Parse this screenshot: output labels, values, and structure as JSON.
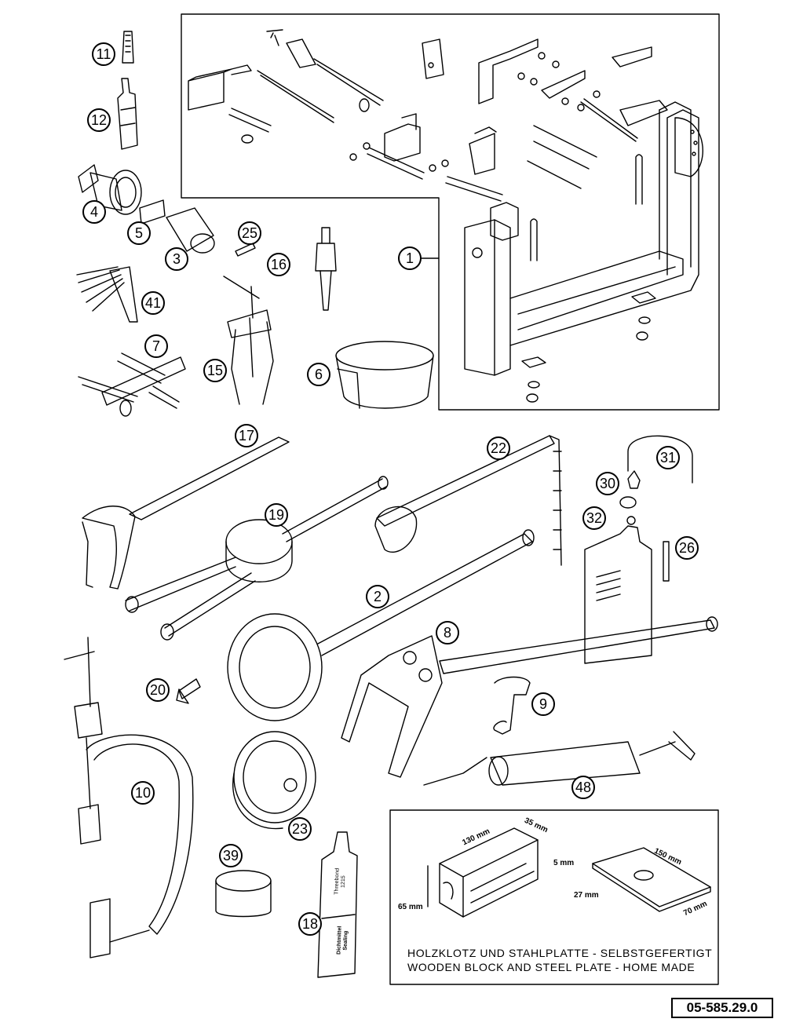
{
  "callouts": [
    "1",
    "2",
    "3",
    "4",
    "5",
    "6",
    "7",
    "8",
    "9",
    "10",
    "11",
    "12",
    "15",
    "16",
    "17",
    "18",
    "19",
    "20",
    "22",
    "23",
    "25",
    "26",
    "30",
    "31",
    "32",
    "39",
    "41",
    "48"
  ],
  "inset": {
    "caption_de": "HOLZKLOTZ UND STAHLPLATTE - SELBSTGEFERTIGT",
    "caption_en": "WOODEN BLOCK AND STEEL PLATE - HOME MADE",
    "block_length": "130 mm",
    "block_width": "35 mm",
    "block_height": "65 mm",
    "plate_thickness": "5 mm",
    "plate_length": "150 mm",
    "plate_hole": "27 mm",
    "plate_width": "70 mm"
  },
  "tube_labels": {
    "threebond_1": "Threebond",
    "threebond_2": "1215",
    "sealant_1": "Dichtmittel",
    "sealant_2": "Sealing"
  },
  "document_number": "05-585.29.0"
}
